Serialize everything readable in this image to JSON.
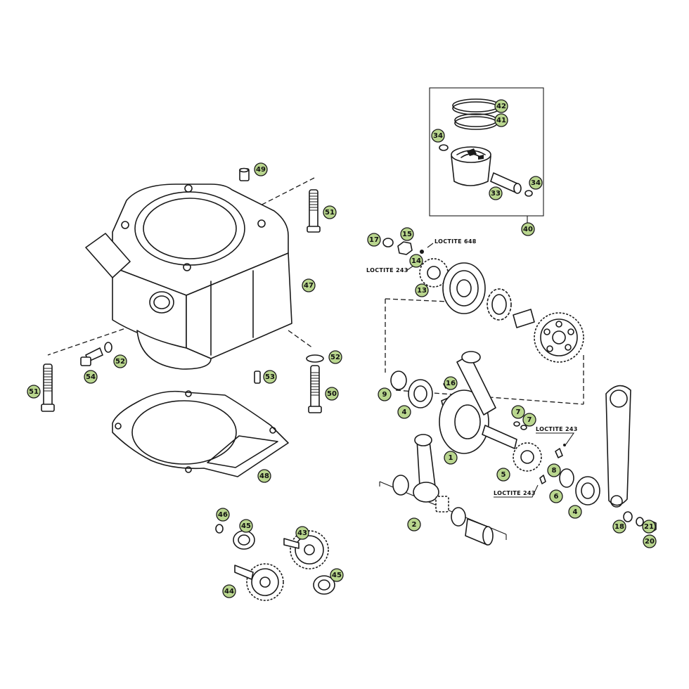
{
  "callouts": [
    {
      "id": "c42",
      "label": "42"
    },
    {
      "id": "c41",
      "label": "41"
    },
    {
      "id": "c34a",
      "label": "34"
    },
    {
      "id": "c34b",
      "label": "34"
    },
    {
      "id": "c33",
      "label": "33"
    },
    {
      "id": "c40",
      "label": "40"
    },
    {
      "id": "c49",
      "label": "49"
    },
    {
      "id": "c51a",
      "label": "51"
    },
    {
      "id": "c47",
      "label": "47"
    },
    {
      "id": "c52a",
      "label": "52"
    },
    {
      "id": "c54",
      "label": "54"
    },
    {
      "id": "c52b",
      "label": "52"
    },
    {
      "id": "c53",
      "label": "53"
    },
    {
      "id": "c51b",
      "label": "51"
    },
    {
      "id": "c50",
      "label": "50"
    },
    {
      "id": "c48",
      "label": "48"
    },
    {
      "id": "c17",
      "label": "17"
    },
    {
      "id": "c15",
      "label": "15"
    },
    {
      "id": "c14",
      "label": "14"
    },
    {
      "id": "c13",
      "label": "13"
    },
    {
      "id": "c16",
      "label": "16"
    },
    {
      "id": "c9",
      "label": "9"
    },
    {
      "id": "c4a",
      "label": "4"
    },
    {
      "id": "c7a",
      "label": "7"
    },
    {
      "id": "c7b",
      "label": "7"
    },
    {
      "id": "c1",
      "label": "1"
    },
    {
      "id": "c5",
      "label": "5"
    },
    {
      "id": "c8",
      "label": "8"
    },
    {
      "id": "c6",
      "label": "6"
    },
    {
      "id": "c4b",
      "label": "4"
    },
    {
      "id": "c2",
      "label": "2"
    },
    {
      "id": "c18",
      "label": "18"
    },
    {
      "id": "c21",
      "label": "21"
    },
    {
      "id": "c20",
      "label": "20"
    },
    {
      "id": "c46",
      "label": "46"
    },
    {
      "id": "c45a",
      "label": "45"
    },
    {
      "id": "c43",
      "label": "43"
    },
    {
      "id": "c44",
      "label": "44"
    },
    {
      "id": "c45b",
      "label": "45"
    }
  ],
  "notes": {
    "loctite_648": "LOCTITE 648",
    "loctite_243_top": "LOCTITE 243",
    "loctite_243_right": "LOCTITE 243",
    "loctite_243_bottom": "LOCTITE 243"
  },
  "colors": {
    "callout_fill": "#b9d68e",
    "line": "#1a1a1a"
  }
}
